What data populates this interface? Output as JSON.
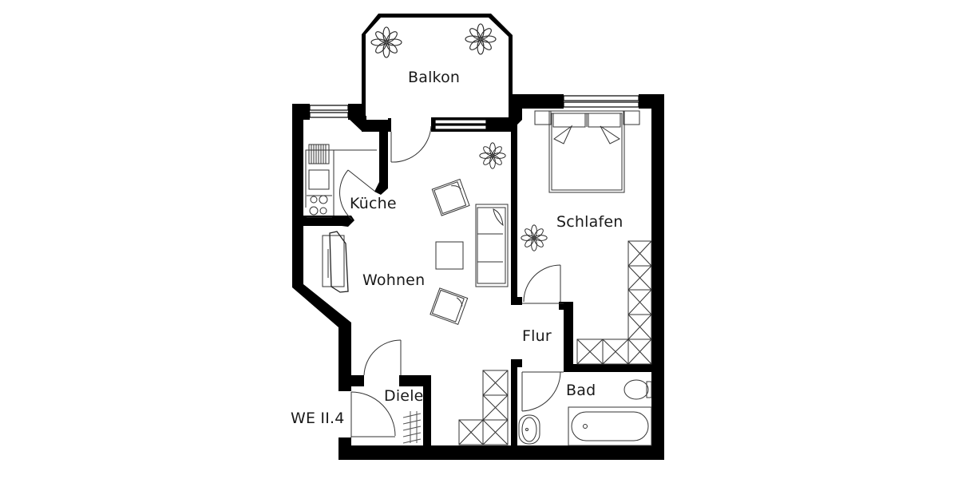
{
  "plan": {
    "unit_id": "WE II.4",
    "rooms": [
      {
        "id": "balkon",
        "label": "Balkon"
      },
      {
        "id": "kueche",
        "label": "Küche"
      },
      {
        "id": "wohnen",
        "label": "Wohnen"
      },
      {
        "id": "schlafen",
        "label": "Schlafen"
      },
      {
        "id": "flur",
        "label": "Flur"
      },
      {
        "id": "diele",
        "label": "Diele"
      },
      {
        "id": "bad",
        "label": "Bad"
      }
    ],
    "colors": {
      "wall": "#000000",
      "furniture_line": "#222222",
      "background": "#ffffff"
    }
  }
}
